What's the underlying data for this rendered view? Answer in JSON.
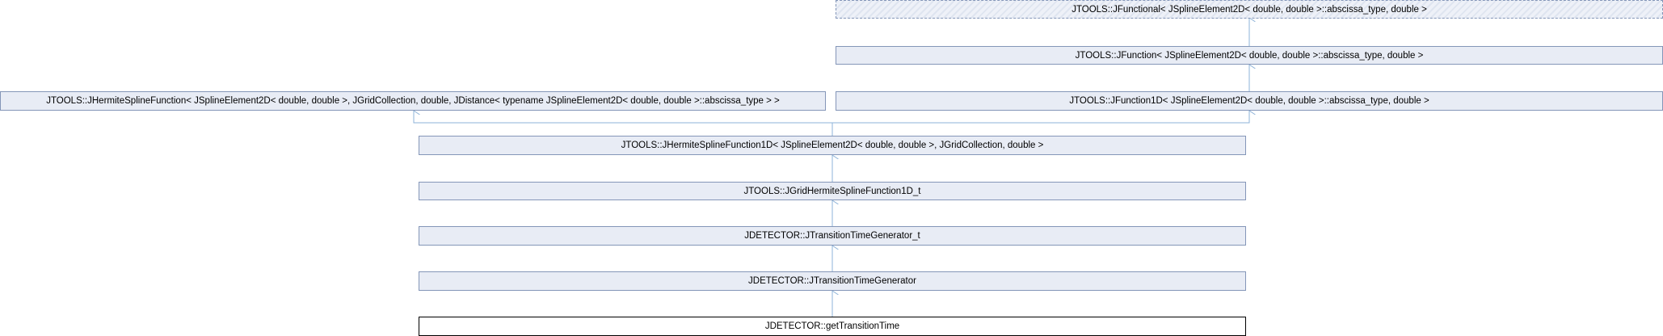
{
  "diagram": {
    "nodes": {
      "jfunctional": "JTOOLS::JFunctional< JSplineElement2D< double, double >::abscissa_type, double >",
      "jfunction": "JTOOLS::JFunction< JSplineElement2D< double, double >::abscissa_type, double >",
      "jhermite_spline_function": "JTOOLS::JHermiteSplineFunction< JSplineElement2D< double, double >, JGridCollection, double, JDistance< typename JSplineElement2D< double, double >::abscissa_type > >",
      "jfunction1d": "JTOOLS::JFunction1D< JSplineElement2D< double, double >::abscissa_type, double >",
      "jhermite_spline_function1d": "JTOOLS::JHermiteSplineFunction1D< JSplineElement2D< double, double >, JGridCollection, double >",
      "jgrid_hermite_spline_function1d_t": "JTOOLS::JGridHermiteSplineFunction1D_t",
      "jtransition_time_generator_t": "JDETECTOR::JTransitionTimeGenerator_t",
      "jtransition_time_generator": "JDETECTOR::JTransitionTimeGenerator",
      "get_transition_time": "JDETECTOR::getTransitionTime"
    },
    "colors": {
      "node_fill": "#e8ecf5",
      "node_border": "#8496b8",
      "edge": "#8eb3d8",
      "current_border": "#000000"
    }
  }
}
